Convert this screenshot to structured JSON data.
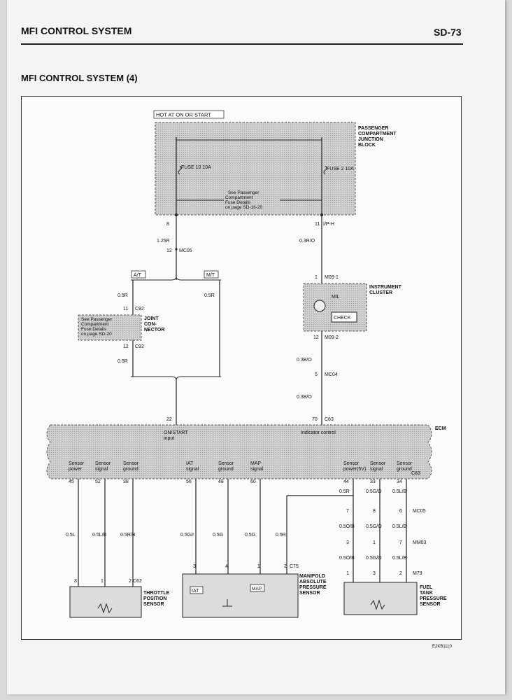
{
  "header": {
    "section_title": "MFI CONTROL SYSTEM",
    "page_number": "SD-73",
    "diagram_title": "MFI CONTROL SYSTEM (4)"
  },
  "diagram": {
    "power_label": "HOT AT ON OR START",
    "junction_block": "PASSENGER COMPARTMENT JUNCTION BLOCK",
    "fuse_left": "FUSE 10 10A",
    "fuse_right": "FUSE 2 10A",
    "fuse_note": "See Passenger Compartment Fuse Details on page SD-16-20",
    "pin_left_top": "8",
    "pin_right_top": "11",
    "conn_right_top": "I/P-H",
    "wire_1_25R": "1.25R",
    "pin_mc05_left": "12",
    "conn_mc05_left": "MC05",
    "wire_0_3R_O": "0.3R/O",
    "at_label": "A/T",
    "mt_label": "M/T",
    "wire_0_5R_a": "0.5R",
    "wire_0_5R_b": "0.5R",
    "pin_c92_top": "11",
    "conn_c92_top": "C92",
    "joint_connector": "JOINT CON- NECTOR",
    "joint_note": "See Passenger Compartment Fuse Details on page SD-20",
    "pin_c92_bot": "12",
    "conn_c92_bot": "C92",
    "wire_0_5R_c": "0.5R",
    "pin_m09_1": "1",
    "conn_m09_1": "M09-1",
    "instrument_cluster": "INSTRUMENT CLUSTER",
    "mil_label": "MIL",
    "check_label": "CHECK",
    "pin_m09_2": "12",
    "conn_m09_2": "M09-2",
    "wire_0_3B_O": "0.3B/O",
    "pin_mc04": "5",
    "conn_mc04": "MC04",
    "wire_0_3B_O_2": "0.3B/O",
    "pin_ecm_left": "22",
    "pin_ecm_right": "70",
    "conn_ecm_right": "C83",
    "ecm_label": "ECM",
    "on_start_input": "ON/START input",
    "indicator_control": "Indicator control",
    "ecm_pins": [
      {
        "label": "Sensor power",
        "pin": "45"
      },
      {
        "label": "Sensor signal",
        "pin": "52"
      },
      {
        "label": "Sensor ground",
        "pin": "38"
      },
      {
        "label": "IAT signal",
        "pin": "56"
      },
      {
        "label": "Sensor ground",
        "pin": "48"
      },
      {
        "label": "MAP signal",
        "pin": "60"
      },
      {
        "label": "Sensor power(5V)",
        "pin": "44"
      },
      {
        "label": "Sensor signal",
        "pin": "33"
      },
      {
        "label": "Sensor ground",
        "pin": "34"
      }
    ],
    "conn_c83_b": "C83",
    "wire_tps": [
      "0.5L",
      "0.5L/B",
      "0.5R/B"
    ],
    "wire_map": [
      "0.5G/r",
      "0.5G",
      "0.5G",
      "0.5R"
    ],
    "wire_ftp_top": [
      "0.5R",
      "0.5G/O",
      "0.5L/B"
    ],
    "mc05_pins": [
      "7",
      "8",
      "6"
    ],
    "conn_mc05_b": "MC05",
    "wire_ftp_mid": [
      "0.5O/B",
      "0.5G/O",
      "0.5L/B"
    ],
    "mm03_pins": [
      "3",
      "1",
      "7"
    ],
    "conn_mm03": "MM03",
    "wire_ftp_bot": [
      "0.5O/B",
      "0.5G/O",
      "0.5L/B"
    ],
    "m79_pins": [
      "1",
      "3",
      "2"
    ],
    "conn_m79": "M79",
    "tps_pins": [
      "3",
      "1",
      "2"
    ],
    "conn_c62": "C62",
    "tps_label": "THROTTLE POSITION SENSOR",
    "map_pins": [
      "3",
      "4",
      "1",
      "2"
    ],
    "conn_c75": "C75",
    "iat_box": "IAT",
    "map_box": "MAP",
    "map_label": "MANIFOLD ABSOLUTE PRESSURE SENSOR",
    "ftp_label": "FUEL TANK PRESSURE SENSOR",
    "figure_id": "E2KB1110"
  }
}
